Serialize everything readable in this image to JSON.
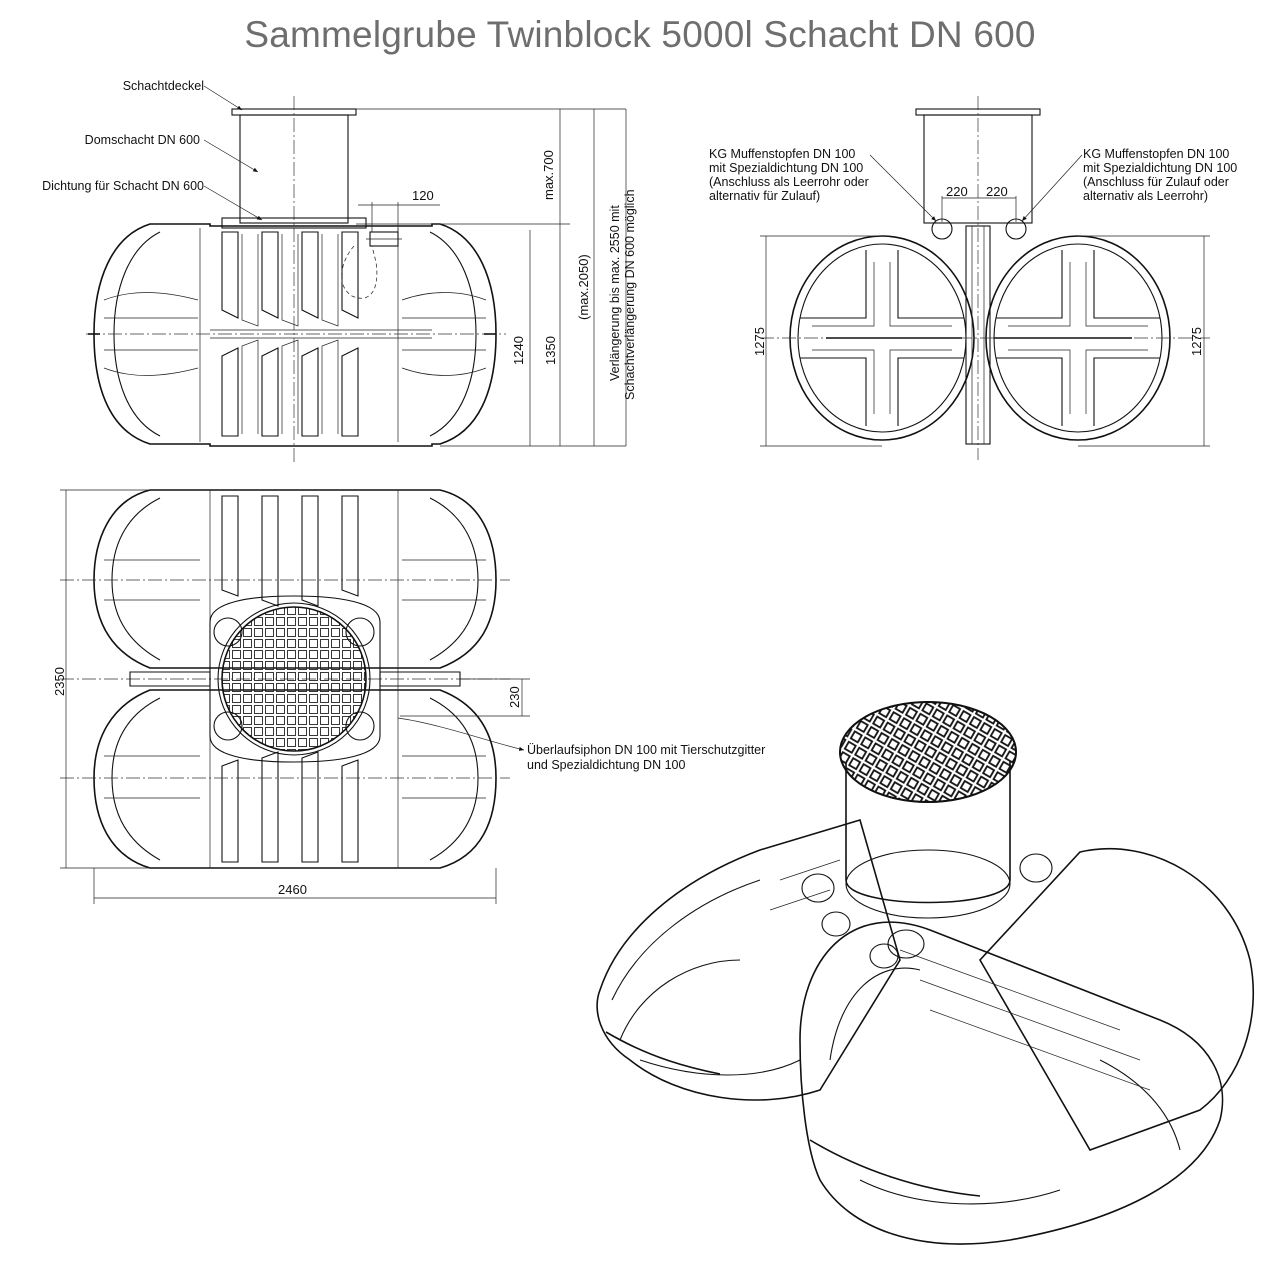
{
  "title": "Sammelgrube Twinblock 5000l Schacht DN 600",
  "side_view": {
    "labels": {
      "cover": "Schachtdeckel",
      "shaft": "Domschacht DN 600",
      "seal": "Dichtung für Schacht DN 600"
    },
    "dimensions": {
      "pipe_offset": "120",
      "shaft_height": "max.700",
      "height_body": "1240",
      "height_total": "1350",
      "height_max": "(max.2050)",
      "extension_line1": "Verlängerung bis max. 2550 mit",
      "extension_line2": "Schachtverlängerung DN 600 möglich"
    }
  },
  "end_view": {
    "left_note": [
      "KG Muffenstopfen DN 100",
      "mit Spezialdichtung DN 100",
      "(Anschluss als Leerrohr oder",
      "alternativ für Zulauf)"
    ],
    "right_note": [
      "KG Muffenstopfen DN 100",
      "mit Spezialdichtung DN 100",
      "(Anschluss für Zulauf oder",
      "alternativ als Leerrohr)"
    ],
    "dimensions": {
      "offset_left": "220",
      "offset_right": "220",
      "height_left": "1275",
      "height_right": "1275"
    }
  },
  "top_view": {
    "dimensions": {
      "width": "2460",
      "depth": "2350",
      "siphon_offset": "230"
    },
    "siphon_note": [
      "Überlaufsiphon DN 100 mit Tierschutzgitter",
      "und Spezialdichtung DN 100"
    ]
  }
}
